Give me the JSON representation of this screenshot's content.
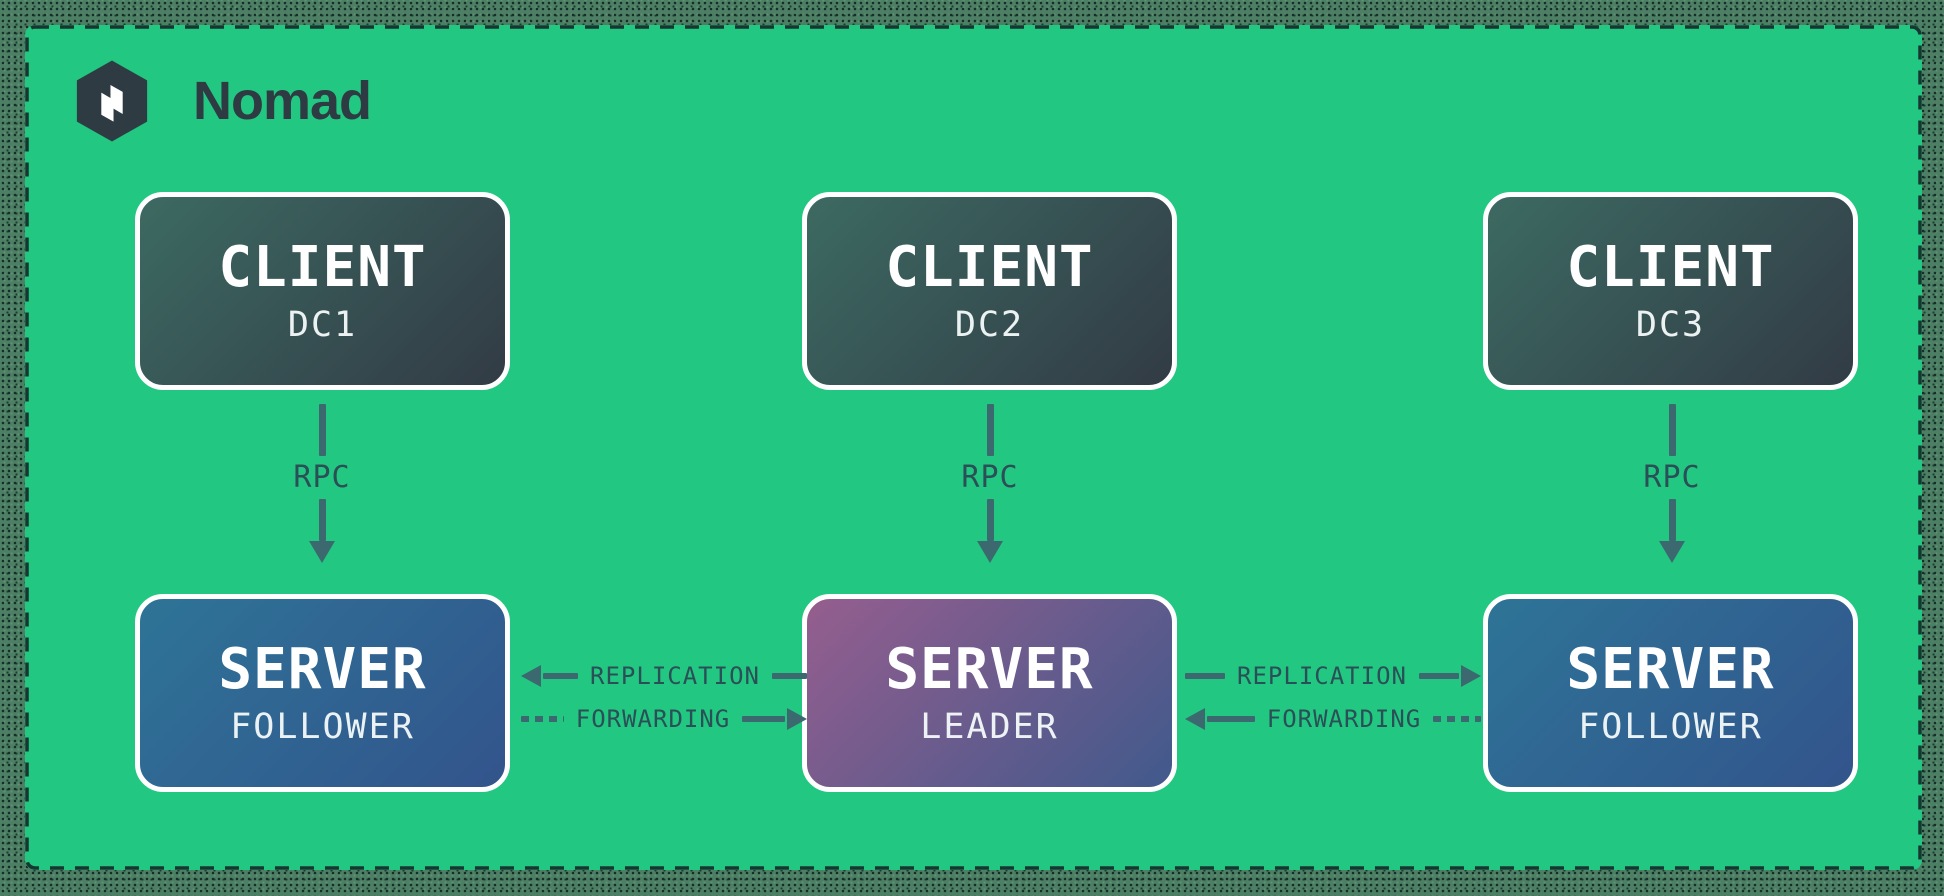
{
  "brand": {
    "name": "Nomad",
    "logo_icon": "nomad-hexagon-icon"
  },
  "colors": {
    "panel_green": "#22c882",
    "outer_background": "#4d7f64",
    "dashed_border": "#173631",
    "ink_dark": "#2e3b43",
    "arrow": "#3c686f",
    "connector_label": "#2b4f56",
    "box_border": "#ffffff",
    "client_gradient": [
      "#3c6a62",
      "#323b45"
    ],
    "server_follower_gradient": [
      "#2e7497",
      "#32548c"
    ],
    "server_leader_gradient": [
      "#955e8e",
      "#41598c"
    ]
  },
  "columns": [
    {
      "client": {
        "title": "CLIENT",
        "subtitle": "DC1"
      },
      "rpc": {
        "label": "RPC",
        "direction": "down"
      },
      "server": {
        "title": "SERVER",
        "subtitle": "FOLLOWER"
      }
    },
    {
      "client": {
        "title": "CLIENT",
        "subtitle": "DC2"
      },
      "rpc": {
        "label": "RPC",
        "direction": "down"
      },
      "server": {
        "title": "SERVER",
        "subtitle": "LEADER"
      }
    },
    {
      "client": {
        "title": "CLIENT",
        "subtitle": "DC3"
      },
      "rpc": {
        "label": "RPC",
        "direction": "down"
      },
      "server": {
        "title": "SERVER",
        "subtitle": "FOLLOWER"
      }
    }
  ],
  "connections": {
    "left_pair": [
      {
        "label": "REPLICATION",
        "direction": "left",
        "style": "solid"
      },
      {
        "label": "FORWARDING",
        "direction": "right",
        "style": "dashed-tail"
      }
    ],
    "right_pair": [
      {
        "label": "REPLICATION",
        "direction": "right",
        "style": "solid"
      },
      {
        "label": "FORWARDING",
        "direction": "left",
        "style": "dashed-tail"
      }
    ]
  }
}
